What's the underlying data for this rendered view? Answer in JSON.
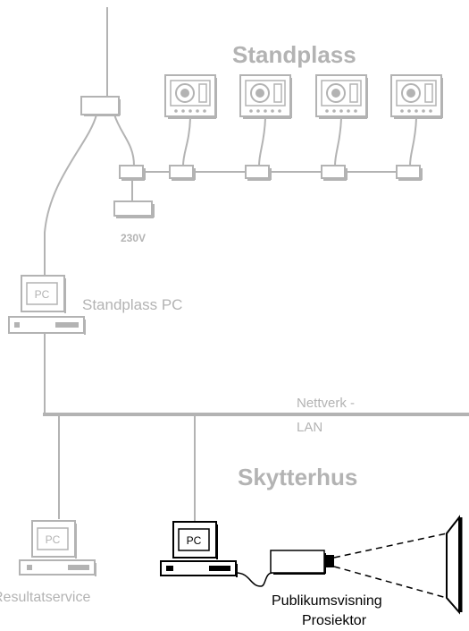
{
  "labels": {
    "standplass_title": "Standplass",
    "power": "230V",
    "standplass_pc": "Standplass PC",
    "network_line1": "Nettverk -",
    "network_line2": "LAN",
    "skytterhus_title": "Skytterhus",
    "resultatservice": "Resultatservice",
    "publikum_line1": "Publikumsvisning",
    "publikum_line2": "Prosiektor",
    "pc_text": "PC"
  },
  "colors": {
    "gray": "#b3b3b3",
    "black": "#000000"
  },
  "icons": {
    "target_monitor": "target-monitor-icon",
    "pc": "computer-icon",
    "projector": "projector-icon",
    "screen": "projection-screen-icon",
    "junction": "junction-box-icon"
  }
}
